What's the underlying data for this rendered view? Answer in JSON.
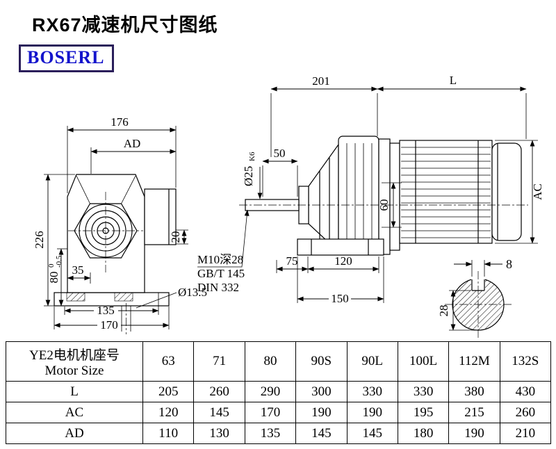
{
  "title": "RX67减速机尺寸图纸",
  "logo": {
    "text": "BOSERL"
  },
  "drawing": {
    "front_view": {
      "dim_176": "176",
      "dim_ad": "AD",
      "dim_226": "226",
      "dim_80": "80",
      "dim_80_tol_upper": "0",
      "dim_80_tol_lower": "-0.5",
      "dim_35": "35",
      "dim_135": "135",
      "dim_170": "170",
      "dim_20": "20",
      "hole_label": "Ø13.5"
    },
    "side_view": {
      "dim_201": "201",
      "dim_L": "L",
      "shaft_dia": "Ø25",
      "shaft_tol": "K6",
      "dim_50": "50",
      "dim_60": "60",
      "dim_ac": "AC",
      "thread_note": "M10深28",
      "std_gb": "GB/T 145",
      "std_din": "DIN 332",
      "dim_75": "75",
      "dim_120": "120",
      "dim_150": "150"
    },
    "shaft_section": {
      "key_width": "8",
      "dim_28": "28"
    }
  },
  "table": {
    "header": {
      "line1": "YE2电机机座号",
      "line2": "Motor Size"
    },
    "columns": [
      "63",
      "71",
      "80",
      "90S",
      "90L",
      "100L",
      "112M",
      "132S"
    ],
    "rows": [
      {
        "label": "L",
        "values": [
          "205",
          "260",
          "290",
          "300",
          "330",
          "330",
          "380",
          "430"
        ]
      },
      {
        "label": "AC",
        "values": [
          "120",
          "145",
          "170",
          "190",
          "190",
          "195",
          "215",
          "260"
        ]
      },
      {
        "label": "AD",
        "values": [
          "110",
          "130",
          "135",
          "145",
          "145",
          "180",
          "190",
          "210"
        ]
      }
    ]
  }
}
